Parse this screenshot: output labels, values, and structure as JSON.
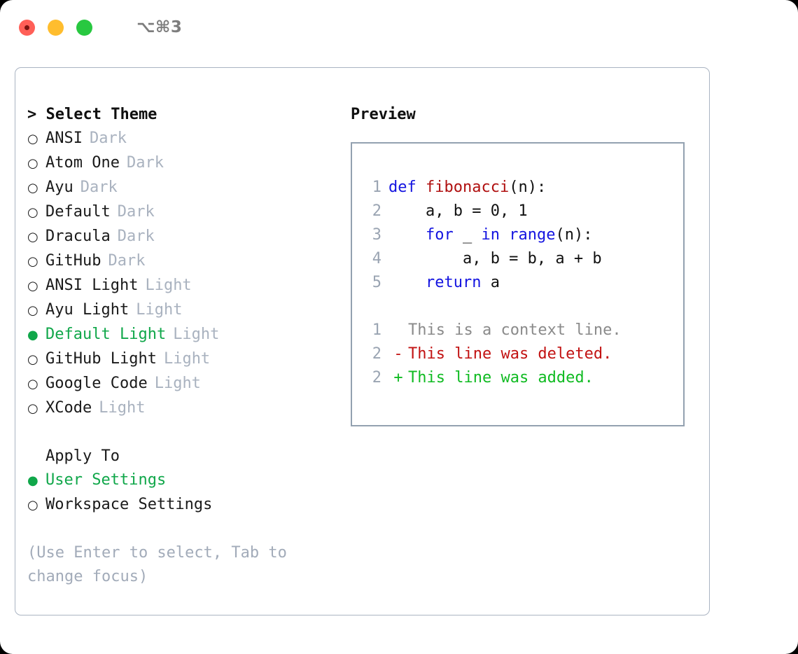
{
  "window": {
    "traffic_lights": [
      "close",
      "minimize",
      "maximize"
    ],
    "shortcut": "⌥⌘3"
  },
  "theme_picker": {
    "heading": "> Select Theme",
    "marker_selected": "●",
    "marker_unselected": "○",
    "accent_color": "#10a74a",
    "tag_color": "#a9b2bf",
    "items": [
      {
        "name": "ANSI",
        "tag": "Dark",
        "selected": false
      },
      {
        "name": "Atom One",
        "tag": "Dark",
        "selected": false
      },
      {
        "name": "Ayu",
        "tag": "Dark",
        "selected": false
      },
      {
        "name": "Default",
        "tag": "Dark",
        "selected": false
      },
      {
        "name": "Dracula",
        "tag": "Dark",
        "selected": false
      },
      {
        "name": "GitHub",
        "tag": "Dark",
        "selected": false
      },
      {
        "name": "ANSI Light",
        "tag": "Light",
        "selected": false
      },
      {
        "name": "Ayu Light",
        "tag": "Light",
        "selected": false
      },
      {
        "name": "Default Light",
        "tag": "Light",
        "selected": true
      },
      {
        "name": "GitHub Light",
        "tag": "Light",
        "selected": false
      },
      {
        "name": "Google Code",
        "tag": "Light",
        "selected": false
      },
      {
        "name": "XCode",
        "tag": "Light",
        "selected": false
      }
    ]
  },
  "apply_to": {
    "heading": "Apply To",
    "items": [
      {
        "name": "User Settings",
        "selected": true
      },
      {
        "name": "Workspace Settings",
        "selected": false
      }
    ]
  },
  "hint": "(Use Enter to select, Tab to change focus)",
  "preview": {
    "title": "Preview",
    "code_lines": [
      {
        "num": "1",
        "tokens": [
          {
            "text": "def ",
            "type": "kw"
          },
          {
            "text": "fibonacci",
            "type": "fn"
          },
          {
            "text": "(n):",
            "type": "txt"
          }
        ]
      },
      {
        "num": "2",
        "tokens": [
          {
            "text": "    a, b = 0, 1",
            "type": "txt"
          }
        ]
      },
      {
        "num": "3",
        "tokens": [
          {
            "text": "    ",
            "type": "txt"
          },
          {
            "text": "for",
            "type": "kw"
          },
          {
            "text": " _ ",
            "type": "txt"
          },
          {
            "text": "in",
            "type": "kw"
          },
          {
            "text": " ",
            "type": "txt"
          },
          {
            "text": "range",
            "type": "kw"
          },
          {
            "text": "(n):",
            "type": "txt"
          }
        ]
      },
      {
        "num": "4",
        "tokens": [
          {
            "text": "        a, b = b, a + b",
            "type": "txt"
          }
        ]
      },
      {
        "num": "5",
        "tokens": [
          {
            "text": "    ",
            "type": "txt"
          },
          {
            "text": "return",
            "type": "kw"
          },
          {
            "text": " a",
            "type": "txt"
          }
        ]
      }
    ],
    "diff_lines": [
      {
        "num": "1",
        "sign": " ",
        "text": "This is a context line.",
        "kind": "context"
      },
      {
        "num": "2",
        "sign": "-",
        "text": "This line was deleted.",
        "kind": "del"
      },
      {
        "num": "2",
        "sign": "+",
        "text": "This line was added.",
        "kind": "add"
      }
    ],
    "colors": {
      "keyword": "#1414e0",
      "function": "#b01010",
      "text": "#111111",
      "line_number": "#9aa4b2",
      "diff_context": "#8a8a8a",
      "diff_deleted": "#c21212",
      "diff_added": "#10bb22"
    }
  }
}
